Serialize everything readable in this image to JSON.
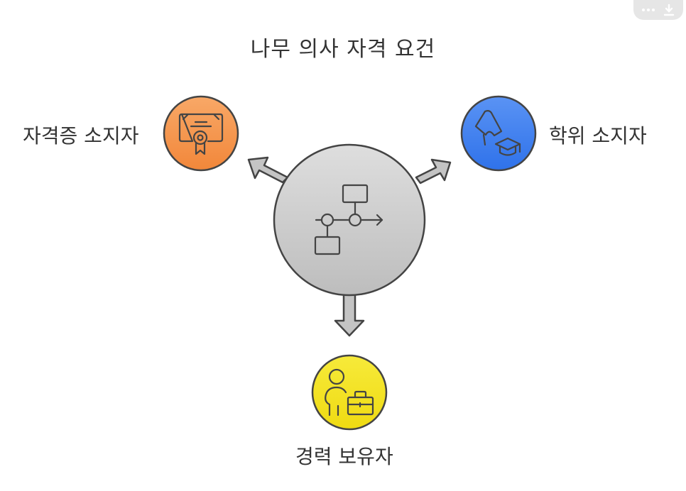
{
  "title": "나무 의사 자격 요건",
  "nodes": {
    "certificate": {
      "label": "자격증 소지자",
      "color": "#f4924a",
      "icon": "certificate-icon"
    },
    "degree": {
      "label": "학위 소지자",
      "color": "#3d7ff0",
      "icon": "diploma-graduation-cap-icon"
    },
    "experience": {
      "label": "경력 보유자",
      "color": "#f3e21d",
      "icon": "person-briefcase-icon"
    }
  },
  "center": {
    "icon": "flowchart-icon",
    "color": "#c9c9c9"
  },
  "toolbar": {
    "more_icon": "more-icon",
    "download_icon": "download-icon"
  }
}
